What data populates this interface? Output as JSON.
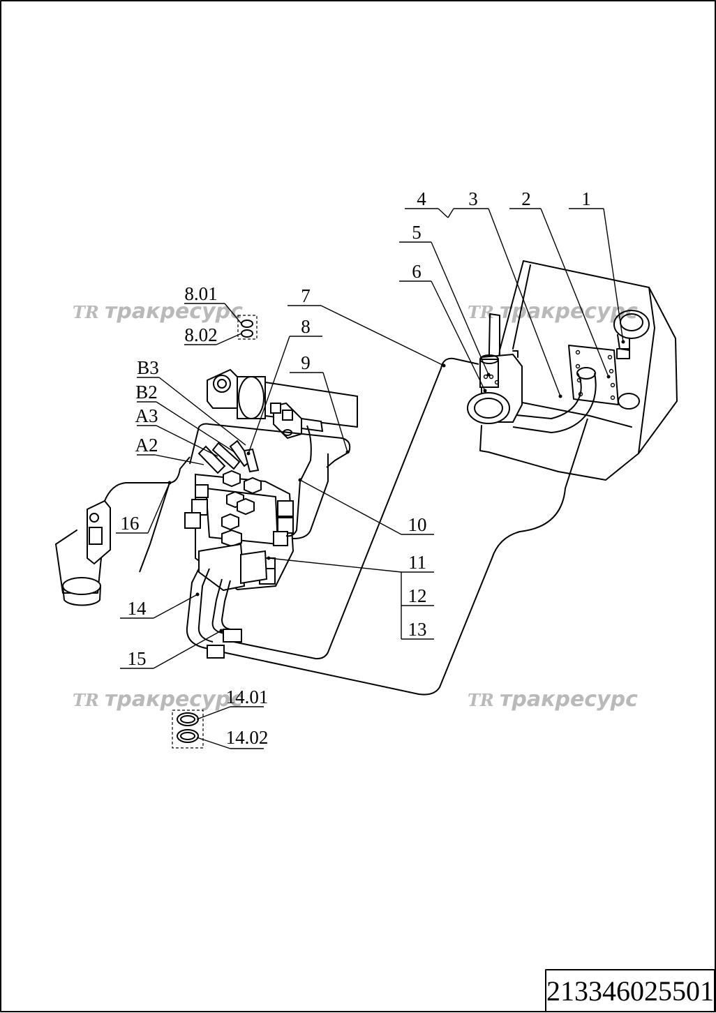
{
  "drawing_number": "213346025501",
  "watermark": {
    "logo_text": "TR",
    "brand_text": "тракресурс"
  },
  "callouts": {
    "c1": "1",
    "c2": "2",
    "c3": "3",
    "c4": "4",
    "c5": "5",
    "c6": "6",
    "c7": "7",
    "c8": "8",
    "c9": "9",
    "c10": "10",
    "c11": "11",
    "c12": "12",
    "c13": "13",
    "c14": "14",
    "c15": "15",
    "c16": "16",
    "c8_01": "8.01",
    "c8_02": "8.02",
    "c14_01": "14.01",
    "c14_02": "14.02",
    "cB3": "B3",
    "cB2": "B2",
    "cA3": "A3",
    "cA2": "A2"
  }
}
